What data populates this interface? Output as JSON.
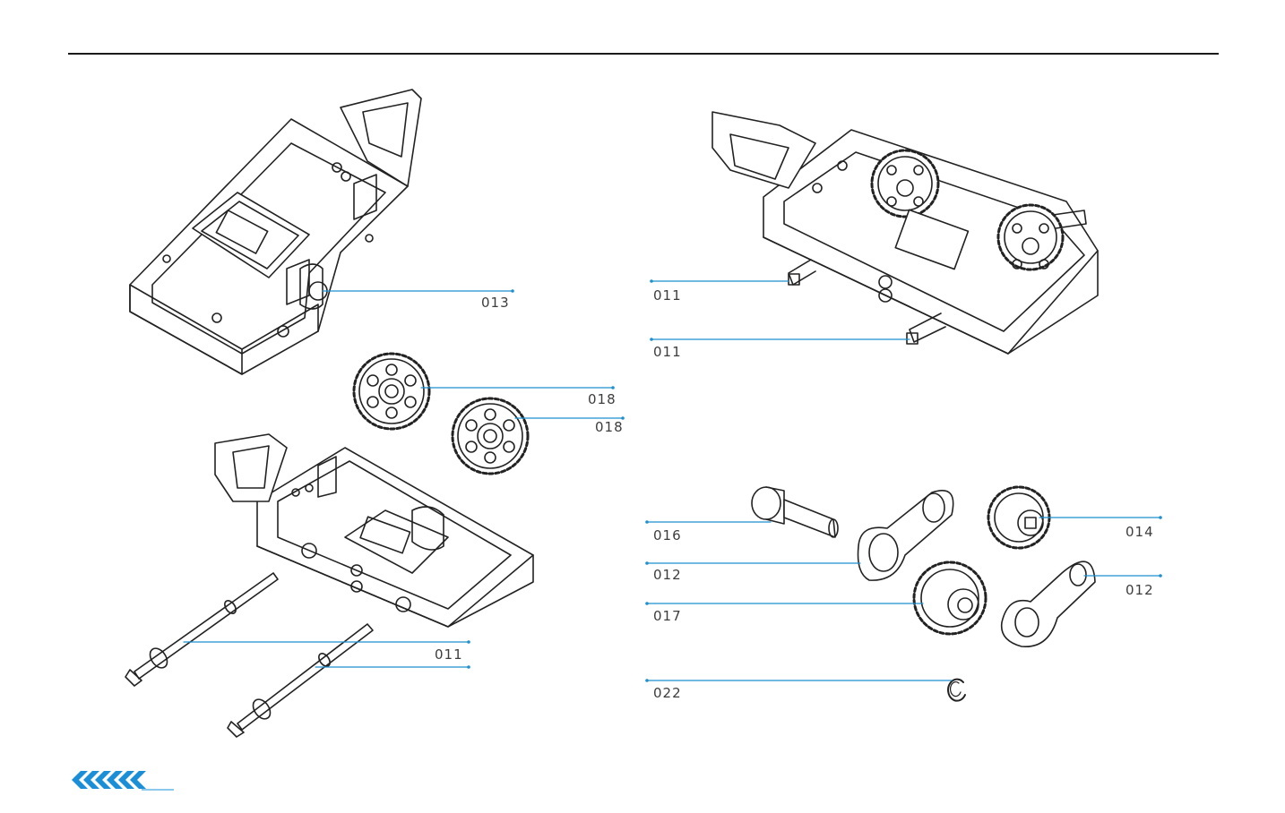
{
  "callouts": {
    "top_left_013": "013",
    "gear_018_a": "018",
    "gear_018_b": "018",
    "shaft_011_a": "011",
    "top_right_011_a": "011",
    "top_right_011_b": "011",
    "part_016": "016",
    "part_012_a": "012",
    "part_017": "017",
    "part_022": "022",
    "part_014": "014",
    "part_012_b": "012"
  },
  "colors": {
    "leader": "#1f8fcf",
    "line": "#222222",
    "accent": "#1a8fd8"
  },
  "footer": {
    "logo_icon": "chevrons-logo-icon"
  }
}
